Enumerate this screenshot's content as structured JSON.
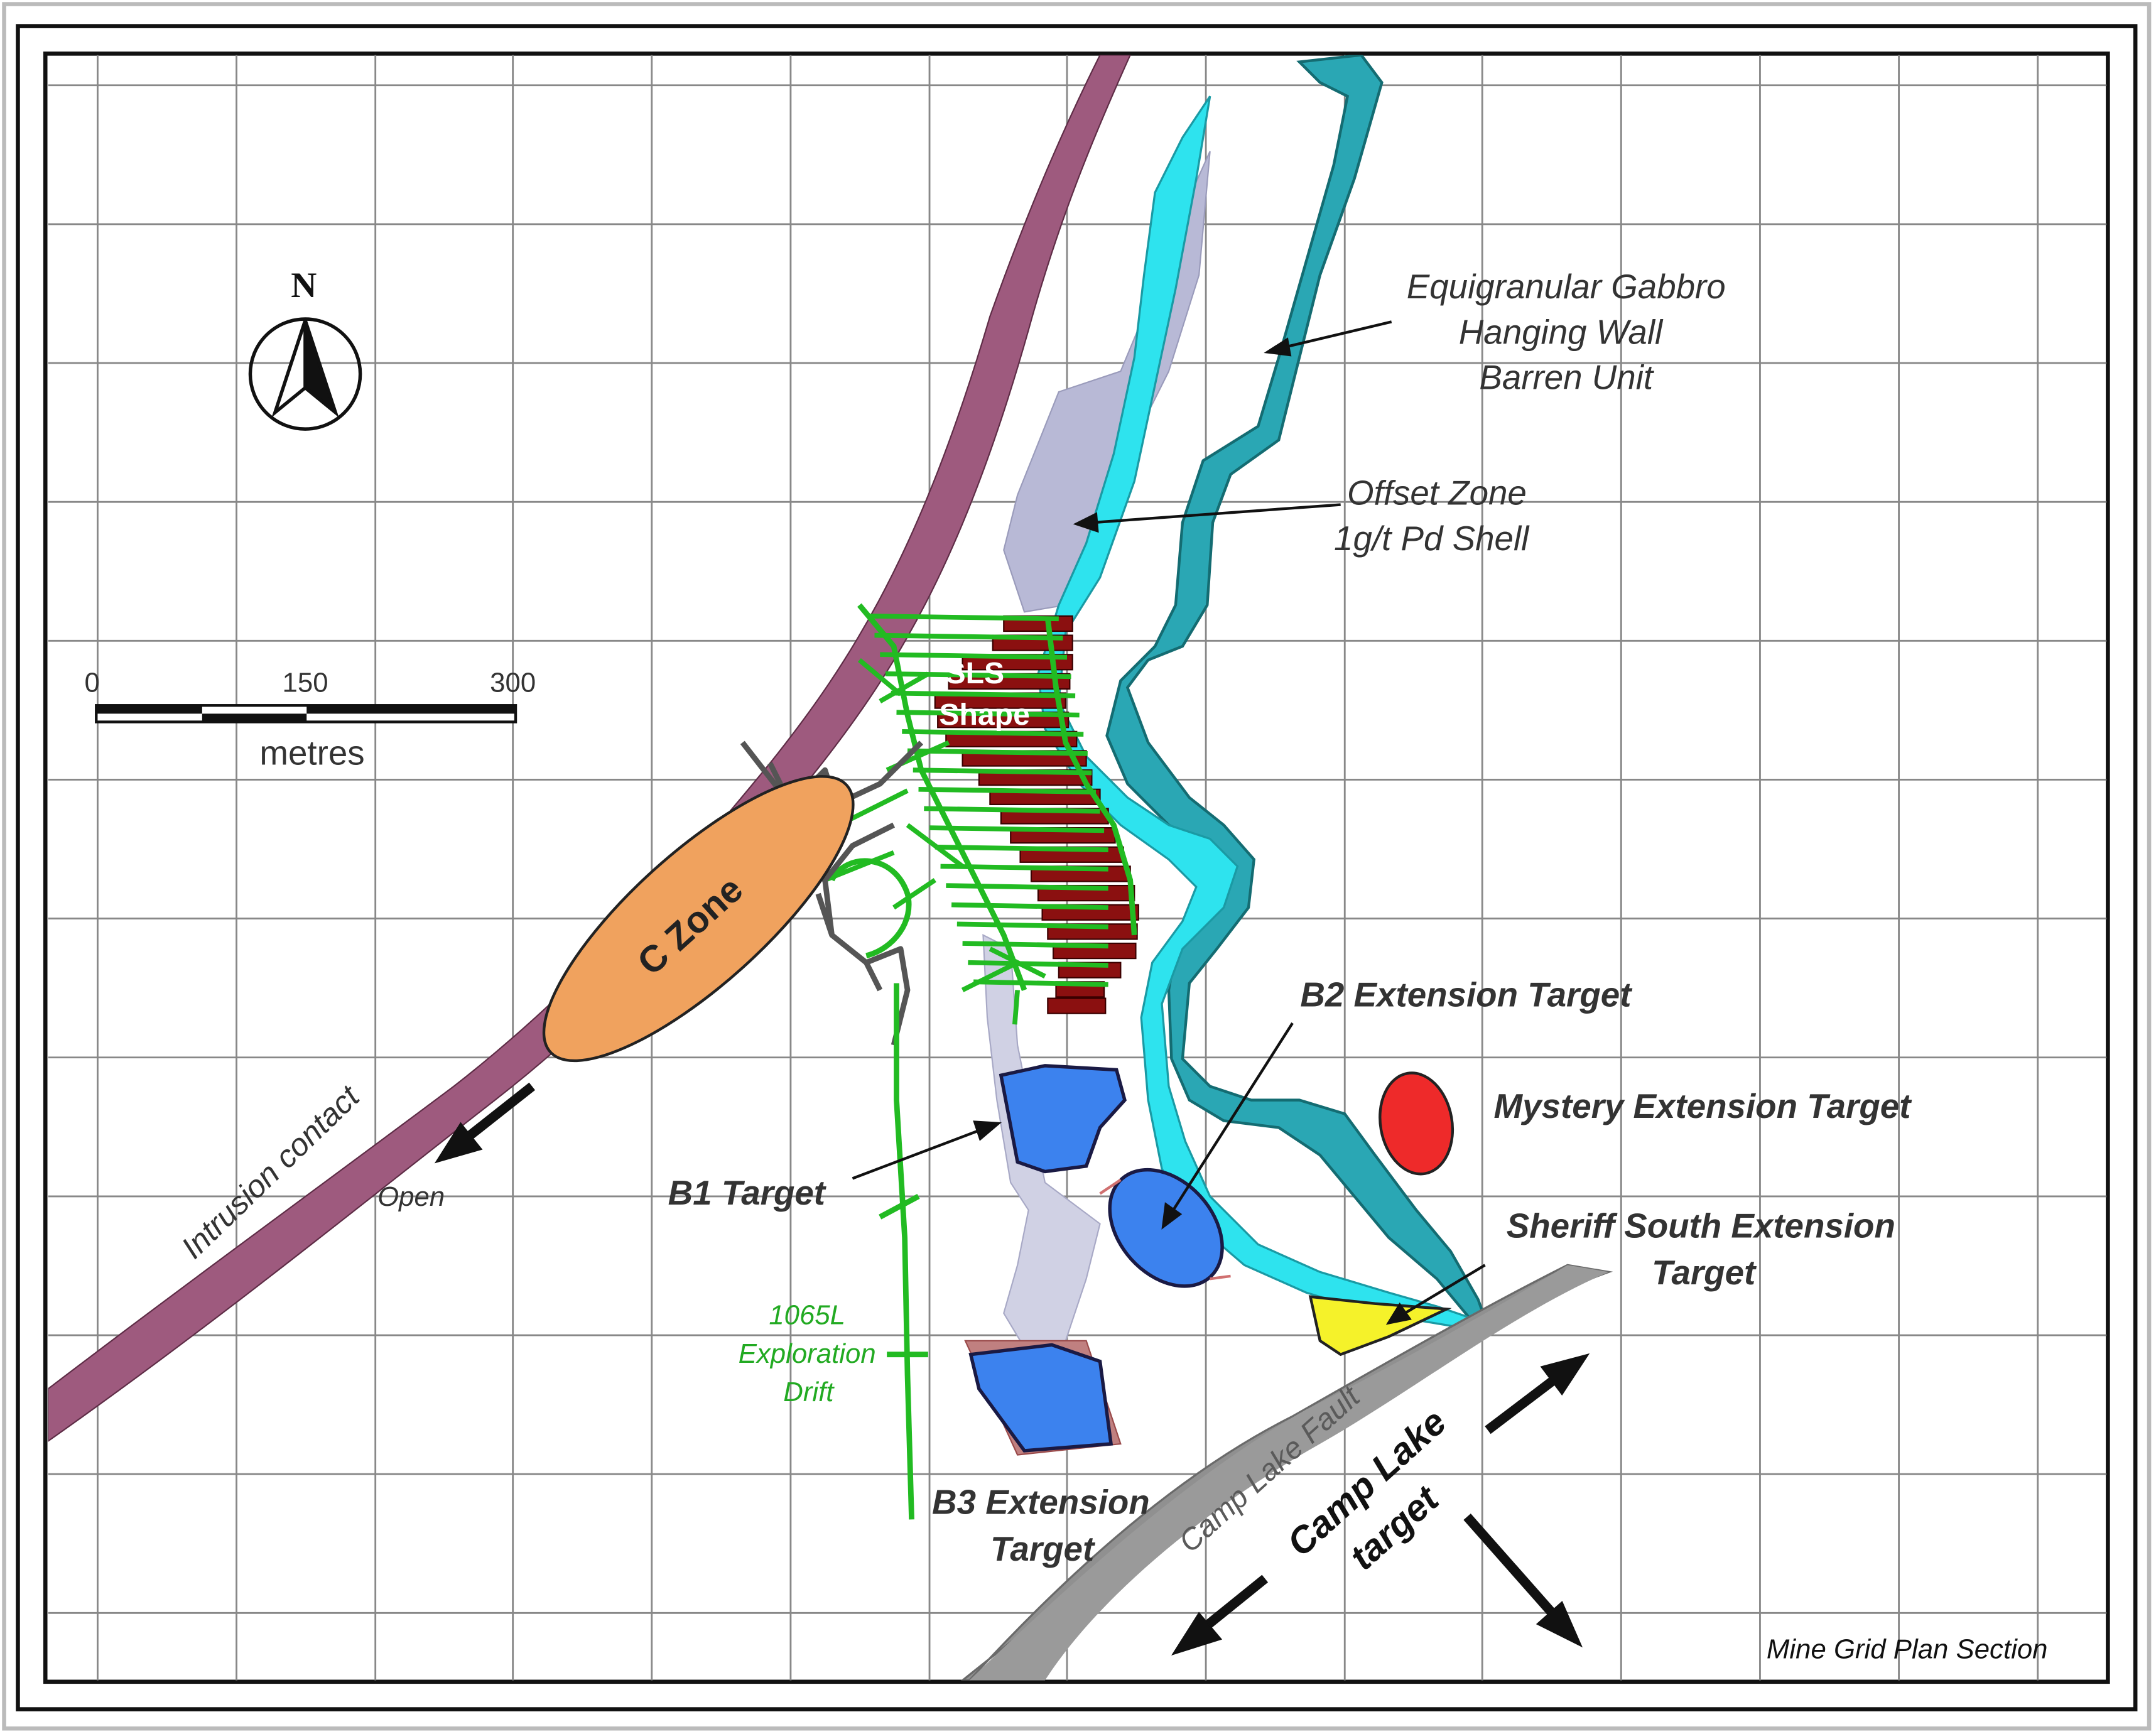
{
  "title_note": "Mine Grid Plan Section",
  "north": {
    "letter": "N",
    "icon": "north-arrow-icon"
  },
  "scale_bar": {
    "ticks": [
      "0",
      "150",
      "300"
    ],
    "unit": "metres"
  },
  "labels": {
    "gabbro": [
      "Equigranular Gabbro",
      "Hanging Wall",
      "Barren Unit"
    ],
    "offset_zone": [
      "Offset Zone",
      "1g/t Pd Shell"
    ],
    "sls": [
      "SLS",
      "Shape"
    ],
    "c_zone": "C Zone",
    "intrusion_contact": "Intrusion contact",
    "open": "Open",
    "b1": "B1 Target",
    "b2": "B2 Extension Target",
    "b3": [
      "B3 Extension",
      "Target"
    ],
    "mystery": "Mystery Extension Target",
    "sheriff": [
      "Sheriff South Extension",
      "Target"
    ],
    "drift": [
      "1065L",
      "Exploration",
      "Drift"
    ],
    "camp_lake_fault": "Camp Lake Fault",
    "camp_lake_target": [
      "Camp Lake",
      "target"
    ]
  },
  "colors": {
    "intrusion": "#9e5a7e",
    "gabbro_fill": "#2aa7b4",
    "gabbro_dark": "#146c72",
    "cyan": "#2ee3ee",
    "offset_shell": "#b8b9d6",
    "sls_red": "#8b1010",
    "drift_green": "#22bb22",
    "dev_grey": "#555555",
    "c_zone": "#f0a25e",
    "blue_target": "#3c82ee",
    "mystery_red": "#ee2a2a",
    "sheriff_yellow": "#f5f22a",
    "fault_grey": "#909090",
    "grid_line": "#888888",
    "text": "#333333",
    "drift_text": "#22aa22"
  }
}
